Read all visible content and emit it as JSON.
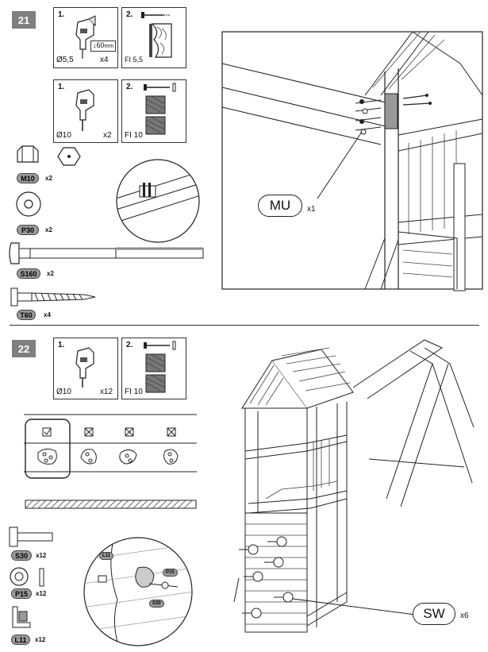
{
  "step21": {
    "number": "21",
    "tool1": {
      "num": "1.",
      "depth": "60",
      "depth_unit": "mm",
      "bit": "Ø5,5",
      "count": "x4"
    },
    "tool2": {
      "num": "2.",
      "fi": "FI 5,5"
    },
    "tool3": {
      "num": "1.",
      "bit": "Ø10",
      "count": "x2"
    },
    "tool4": {
      "num": "2.",
      "fi": "FI 10"
    },
    "parts": [
      {
        "code": "M10",
        "qty": "x2"
      },
      {
        "code": "P30",
        "qty": "x2"
      },
      {
        "code": "S160",
        "qty": "x2"
      },
      {
        "code": "T60",
        "qty": "x4"
      }
    ],
    "callout": {
      "code": "MU",
      "qty": "x1"
    }
  },
  "step22": {
    "number": "22",
    "tool1": {
      "num": "1.",
      "bit": "Ø10",
      "count": "x12"
    },
    "tool2": {
      "num": "2.",
      "fi": "FI 10"
    },
    "parts": [
      {
        "code": "S30",
        "qty": "x12"
      },
      {
        "code": "P15",
        "qty": "x12"
      },
      {
        "code": "L11",
        "qty": "x12"
      }
    ],
    "detail_labels": {
      "l11": "L11",
      "p15": "P15",
      "s30": "S30"
    },
    "callout": {
      "code": "SW",
      "qty": "x6"
    }
  }
}
